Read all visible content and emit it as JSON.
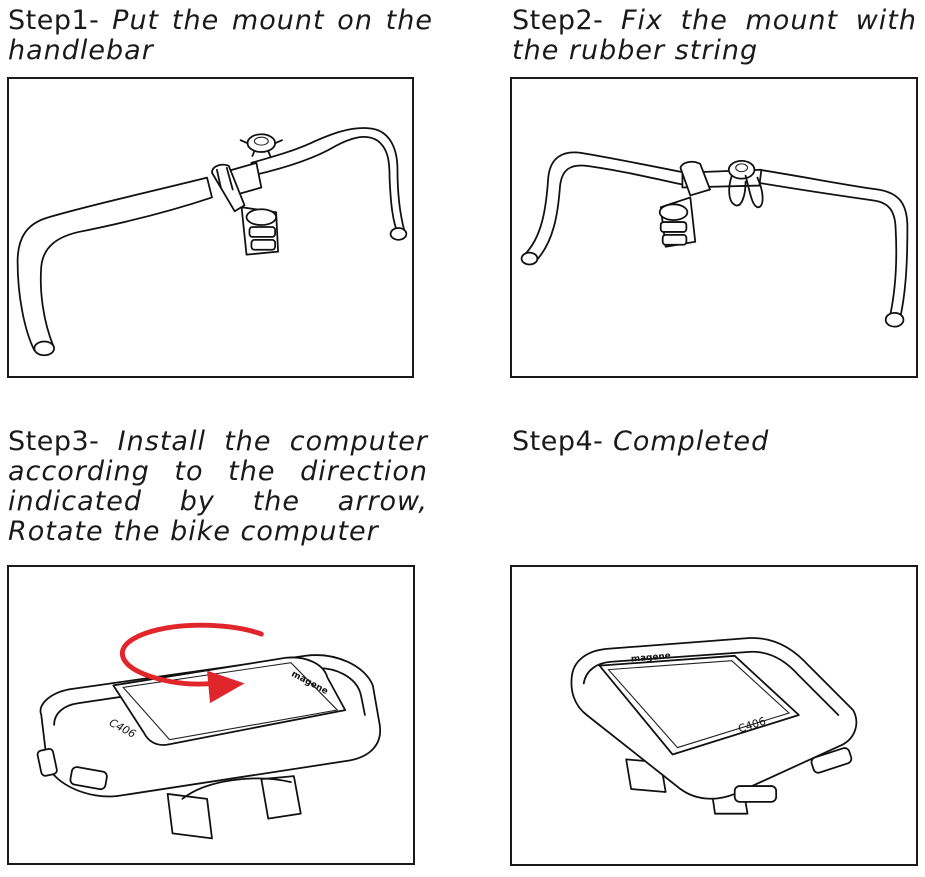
{
  "steps": [
    {
      "label": "Step1-",
      "lines": [
        "Put the mount on the",
        "handlebar"
      ]
    },
    {
      "label": "Step2-",
      "lines": [
        "Fix the mount with",
        "the rubber string"
      ]
    },
    {
      "label": "Step3-",
      "lines": [
        "Install the computer",
        "according to the direction",
        "indicated by the arrow,",
        "Rotate the bike computer"
      ]
    },
    {
      "label": "Step4-",
      "lines": [
        "Completed"
      ]
    }
  ],
  "device": {
    "model": "C406",
    "brand": "magene"
  },
  "colors": {
    "arrow": "#e0262b",
    "ink": "#1a1a1a"
  }
}
